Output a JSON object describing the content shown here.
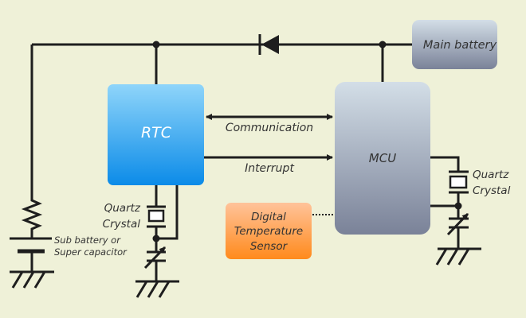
{
  "blocks": {
    "rtc": "RTC",
    "mcu": "MCU",
    "main_battery": "Main battery",
    "sensor": [
      "Digital",
      "Temperature",
      "Sensor"
    ]
  },
  "signals": {
    "communication": "Communication",
    "interrupt": "Interrupt"
  },
  "components": {
    "rtc_crystal": [
      "Quartz",
      "Crystal"
    ],
    "mcu_crystal": [
      "Quartz",
      "Crystal"
    ],
    "sub_battery": [
      "Sub battery or",
      "Super capacitor"
    ]
  },
  "colors": {
    "background": "#eff1d8",
    "rtc": "#1a95ea",
    "mcu": "#9aa3b6",
    "sensor": "#ff9a3a",
    "wire": "#1e1e1e"
  }
}
